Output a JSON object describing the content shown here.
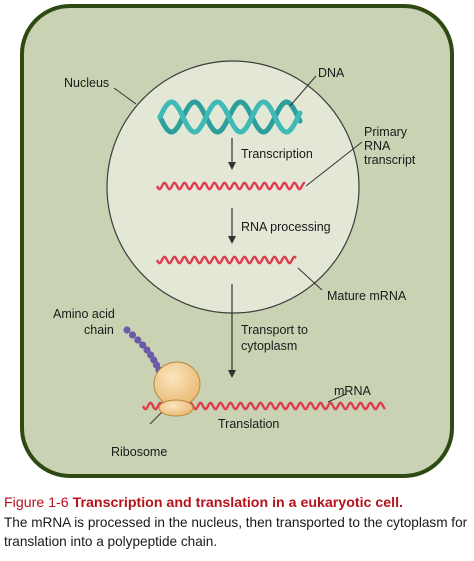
{
  "diagram": {
    "labels": {
      "nucleus": "Nucleus",
      "dna": "DNA",
      "primary_rna": [
        "Primary",
        "RNA",
        "transcript"
      ],
      "transcription": "Transcription",
      "rna_processing": "RNA processing",
      "mature_mrna": "Mature mRNA",
      "amino_acid_chain": [
        "Amino acid",
        "chain"
      ],
      "transport": [
        "Transport to",
        "cytoplasm"
      ],
      "mrna": "mRNA",
      "translation": "Translation",
      "ribosome": "Ribosome"
    },
    "colors": {
      "cell_fill": "#c9d3b3",
      "cell_border": "#2e4a12",
      "nucleus_fill": "#e3e7d6",
      "dna_teal": "#2c9e9b",
      "rna_red": "#e03c4f",
      "ribosome": "#f2c98a",
      "amino_acid": "#6a5aa8"
    }
  },
  "caption": {
    "figure_number": "Figure 1-6",
    "title": "Transcription and translation in a eukaryotic cell.",
    "body": "The mRNA is processed in the nucleus, then transported to the cytoplasm for translation into a polypeptide chain."
  }
}
